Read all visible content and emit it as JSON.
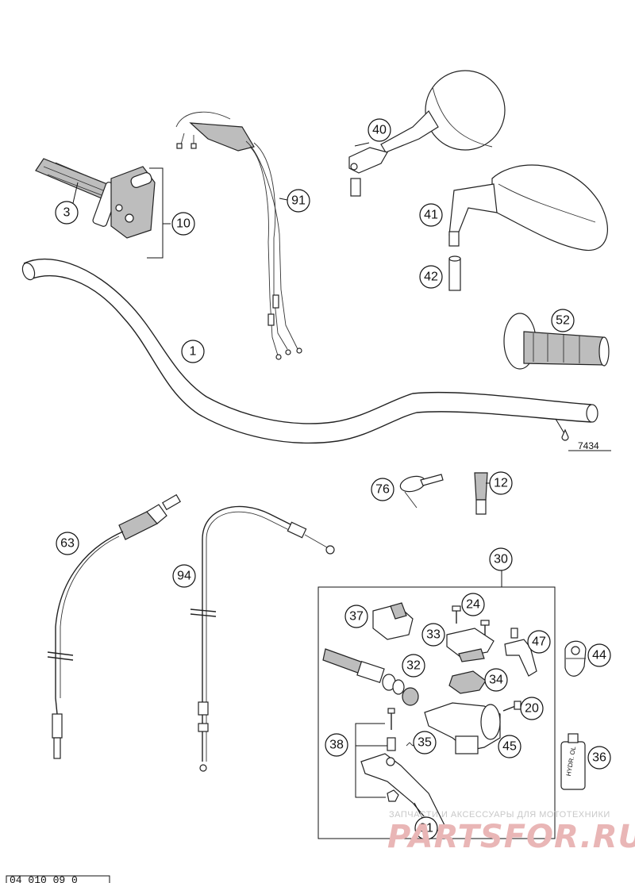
{
  "callouts": [
    {
      "id": "c1",
      "label": "1"
    },
    {
      "id": "c3",
      "label": "3"
    },
    {
      "id": "c10",
      "label": "10"
    },
    {
      "id": "c12",
      "label": "12"
    },
    {
      "id": "c20",
      "label": "20"
    },
    {
      "id": "c24",
      "label": "24"
    },
    {
      "id": "c30",
      "label": "30"
    },
    {
      "id": "c31",
      "label": "31"
    },
    {
      "id": "c32",
      "label": "32"
    },
    {
      "id": "c33",
      "label": "33"
    },
    {
      "id": "c34",
      "label": "34"
    },
    {
      "id": "c35",
      "label": "35"
    },
    {
      "id": "c36",
      "label": "36"
    },
    {
      "id": "c37",
      "label": "37"
    },
    {
      "id": "c38",
      "label": "38"
    },
    {
      "id": "c40",
      "label": "40"
    },
    {
      "id": "c41",
      "label": "41"
    },
    {
      "id": "c42",
      "label": "42"
    },
    {
      "id": "c44",
      "label": "44"
    },
    {
      "id": "c45",
      "label": "45"
    },
    {
      "id": "c47",
      "label": "47"
    },
    {
      "id": "c52",
      "label": "52"
    },
    {
      "id": "c63",
      "label": "63"
    },
    {
      "id": "c76",
      "label": "76"
    },
    {
      "id": "c91",
      "label": "91"
    },
    {
      "id": "c94",
      "label": "94"
    }
  ],
  "reference_label": "7434",
  "bottle_label": "HYDR. OL",
  "watermark": {
    "tagline": "ЗАПЧАСТИ И АКСЕССУАРЫ ДЛЯ МОТОТЕХНИКИ",
    "brand": "PARTSFOR.RU"
  },
  "footer_code": "04 010 09 0"
}
